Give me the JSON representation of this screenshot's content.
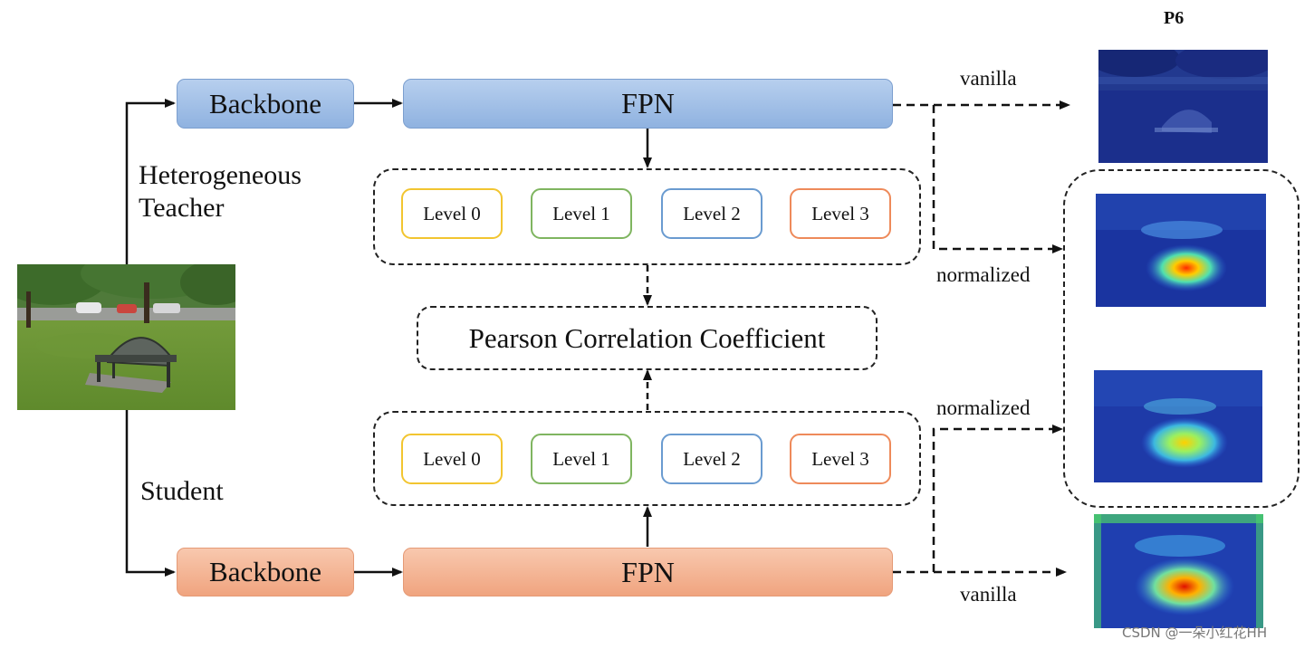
{
  "teacher": {
    "label": "Heterogeneous Teacher",
    "label_line1": "Heterogeneous",
    "label_line2": "Teacher",
    "backbone": "Backbone",
    "fpn": "FPN",
    "levels": [
      "Level 0",
      "Level 1",
      "Level 2",
      "Level 3"
    ]
  },
  "student": {
    "label": "Student",
    "backbone": "Backbone",
    "fpn": "FPN",
    "levels": [
      "Level 0",
      "Level 1",
      "Level 2",
      "Level 3"
    ]
  },
  "center_box": "Pearson Correlation Coefficient",
  "outputs": {
    "column_title": "P6",
    "teacher_vanilla": "vanilla",
    "teacher_normalized": "normalized",
    "student_normalized": "normalized",
    "student_vanilla": "vanilla"
  },
  "watermark": "CSDN @一朵小红花HH",
  "colors": {
    "teacher_box": "#9dbce6",
    "student_box": "#f3b190",
    "level0": "#f2c530",
    "level1": "#7fb560",
    "level2": "#6a9bd0",
    "level3": "#ee8a5a"
  }
}
